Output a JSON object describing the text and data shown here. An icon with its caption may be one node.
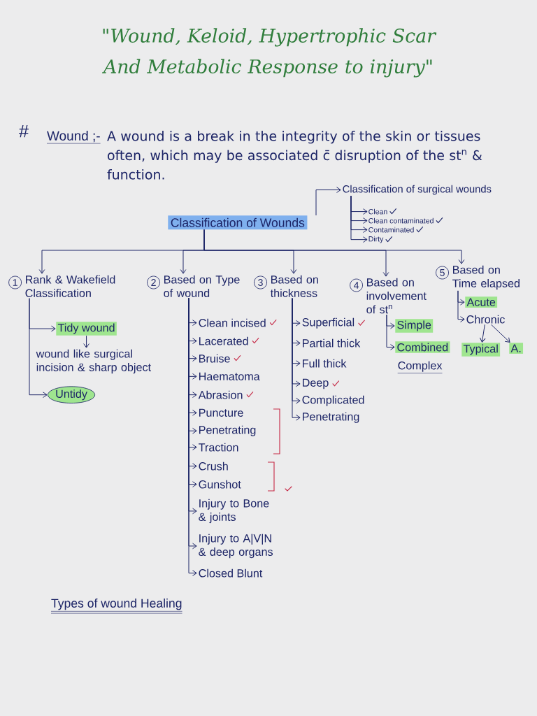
{
  "diagram": {
    "title": "\"Wound, Keloid, Hypertrophic Scar And Metabolic Response to injury\"",
    "nodes": [
      {
        "text": [
          "Classification of Wounds"
        ]
      },
      {
        "text": [
          "Classification of surgical wounds"
        ]
      },
      {
        "text": [
          "Clean"
        ]
      },
      {
        "text": [
          "Clean contaminated"
        ]
      },
      {
        "text": [
          "Contaminated"
        ]
      },
      {
        "text": [
          "Dirty"
        ]
      },
      {
        "text": [
          "Rank & Wakefield Classification"
        ],
        "beside": [
          "1"
        ]
      },
      {
        "text": [
          "Based on Type of wound"
        ],
        "beside": [
          "2"
        ]
      },
      {
        "text": [
          "Based on thickness"
        ],
        "beside": [
          "3"
        ]
      },
      {
        "text": [
          "Based on involvement of st$^{n}$"
        ],
        "beside": [
          "4"
        ]
      },
      {
        "text": [
          "Based on Time elapsed"
        ],
        "beside": [
          "5"
        ]
      },
      {
        "text": [
          "Tidy wound"
        ]
      },
      {
        "text": [
          "wound like surgical incision & sharp object"
        ]
      },
      {
        "text": [
          "Untidy"
        ]
      },
      {
        "text": [
          "Clean incised"
        ]
      },
      {
        "text": [
          "Lacerated"
        ]
      },
      {
        "text": [
          "Bruise"
        ]
      },
      {
        "text": [
          "Haematoma"
        ]
      },
      {
        "text": [
          "Abrasion"
        ]
      },
      {
        "text": [
          "Puncture"
        ]
      },
      {
        "text": [
          "Penetrating"
        ]
      },
      {
        "text": [
          "Traction"
        ]
      },
      {
        "text": [
          "Crush"
        ]
      },
      {
        "text": [
          "Gunshot"
        ]
      },
      {
        "text": [
          "Injury to Bone & joints"
        ]
      },
      {
        "text": [
          "Injury to A|V|N & deep organs"
        ]
      },
      {
        "text": [
          "Closed Blunt"
        ]
      },
      {
        "text": [
          "Superficial"
        ]
      },
      {
        "text": [
          "Partial thick"
        ]
      },
      {
        "text": [
          "Full thick"
        ]
      },
      {
        "text": [
          "Deep"
        ]
      },
      {
        "text": [
          "Complicated"
        ]
      },
      {
        "text": [
          "Penetrating"
        ]
      },
      {
        "text": [
          "Simple"
        ]
      },
      {
        "text": [
          "Combined"
        ],
        "beside": [
          "Complex"
        ]
      },
      {
        "text": [
          "Acute"
        ]
      },
      {
        "text": [
          "Chronic"
        ]
      },
      {
        "text": [
          "Typical"
        ]
      },
      {
        "text": [
          "A."
        ]
      }
    ],
    "edges": [
      {
        "from": 0,
        "to": 1,
        "arrow": "to"
      },
      {
        "from": 1,
        "to": 2,
        "arrow": "to"
      },
      {
        "from": 1,
        "to": 3,
        "arrow": "to"
      },
      {
        "from": 1,
        "to": 4,
        "arrow": "to"
      },
      {
        "from": 1,
        "to": 5,
        "arrow": "to"
      },
      {
        "from": 0,
        "to": 6,
        "arrow": "to"
      },
      {
        "from": 0,
        "to": 7,
        "arrow": "to"
      },
      {
        "from": 0,
        "to": 8,
        "arrow": "to"
      },
      {
        "from": 0,
        "to": 9,
        "arrow": "to"
      },
      {
        "from": 0,
        "to": 10,
        "arrow": "to"
      },
      {
        "from": 6,
        "to": 11,
        "arrow": "to"
      },
      {
        "from": 11,
        "to": 12,
        "arrow": "to"
      },
      {
        "from": 6,
        "to": 13,
        "arrow": "to"
      },
      {
        "from": 7,
        "to": 14,
        "arrow": "to"
      },
      {
        "from": 7,
        "to": 15,
        "arrow": "to"
      },
      {
        "from": 7,
        "to": 16,
        "arrow": "to"
      },
      {
        "from": 7,
        "to": 17,
        "arrow": "to"
      },
      {
        "from": 7,
        "to": 18,
        "arrow": "to"
      },
      {
        "from": 7,
        "to": 19,
        "arrow": "to"
      },
      {
        "from": 7,
        "to": 20,
        "arrow": "to"
      },
      {
        "from": 7,
        "to": 21,
        "arrow": "to"
      },
      {
        "from": 7,
        "to": 22,
        "arrow": "to"
      },
      {
        "from": 7,
        "to": 23,
        "arrow": "to"
      },
      {
        "from": 7,
        "to": 24,
        "arrow": "to"
      },
      {
        "from": 7,
        "to": 25,
        "arrow": "to"
      },
      {
        "from": 7,
        "to": 26,
        "arrow": "to"
      },
      {
        "from": 8,
        "to": 27,
        "arrow": "to"
      },
      {
        "from": 8,
        "to": 28,
        "arrow": "to"
      },
      {
        "from": 8,
        "to": 29,
        "arrow": "to"
      },
      {
        "from": 8,
        "to": 30,
        "arrow": "to"
      },
      {
        "from": 8,
        "to": 31,
        "arrow": "to"
      },
      {
        "from": 8,
        "to": 32,
        "arrow": "to"
      },
      {
        "from": 9,
        "to": 33,
        "arrow": "to"
      },
      {
        "from": 9,
        "to": 34,
        "arrow": "to"
      },
      {
        "from": 10,
        "to": 35,
        "arrow": "to"
      },
      {
        "from": 10,
        "to": 36,
        "arrow": "to"
      },
      {
        "from": 36,
        "to": 37,
        "arrow": "to"
      },
      {
        "from": 36,
        "to": 38,
        "arrow": "to"
      }
    ],
    "labels": [
      "#",
      "Wound ;-",
      "A wound is a break in the integrity of the skin or tissues often, which may be associated c̄ disruption of the st$^{n}$ & function.",
      "Types of wound Healing"
    ]
  }
}
